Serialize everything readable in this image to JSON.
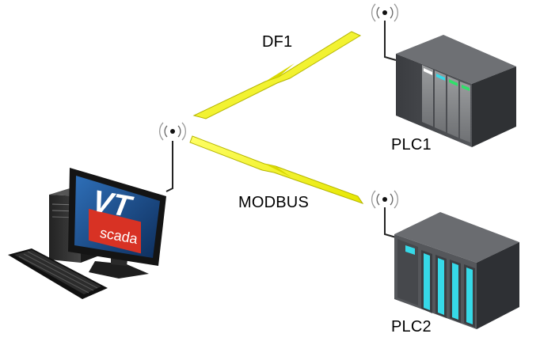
{
  "links": {
    "top": {
      "label": "DF1"
    },
    "bottom": {
      "label": "MODBUS"
    }
  },
  "devices": {
    "plc1": {
      "label": "PLC1"
    },
    "plc2": {
      "label": "PLC2"
    }
  },
  "computer": {
    "logo_main": "VT",
    "logo_sub": "scada"
  },
  "colors": {
    "bolt": "#f2f200",
    "bolt_edge": "#9a9a00",
    "screen": "#1c4c8c",
    "logo_red": "#e23a2a",
    "plc_body": "#4a4c50",
    "plc_led_green": "#2fe06a",
    "plc_led_cyan": "#36d9e8"
  }
}
